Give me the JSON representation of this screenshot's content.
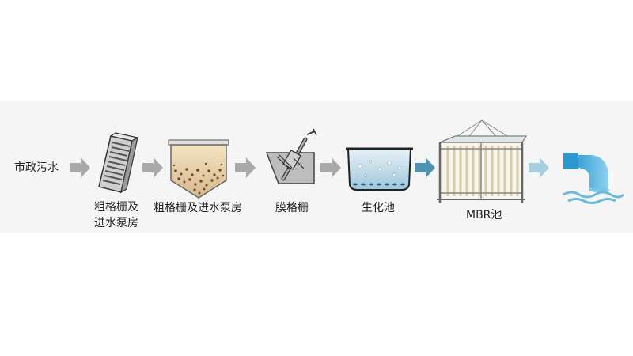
{
  "stages": [
    {
      "id": "municipal-sewage",
      "label": "市政污水"
    },
    {
      "id": "coarse-screen-pump-1",
      "label_line1": "粗格栅及",
      "label_line2": "进水泵房"
    },
    {
      "id": "coarse-screen-pump-2",
      "label": "粗格栅及进水泵房"
    },
    {
      "id": "membrane-screen",
      "label": "膜格栅"
    },
    {
      "id": "bio-tank",
      "label": "生化池"
    },
    {
      "id": "mbr-tank",
      "label": "MBR池"
    }
  ],
  "colors": {
    "arrow_gray": "#a9a9a9",
    "arrow_blue": "#4e93b2",
    "arrow_lightblue": "#a6d0df",
    "water": "#6cb9da"
  }
}
